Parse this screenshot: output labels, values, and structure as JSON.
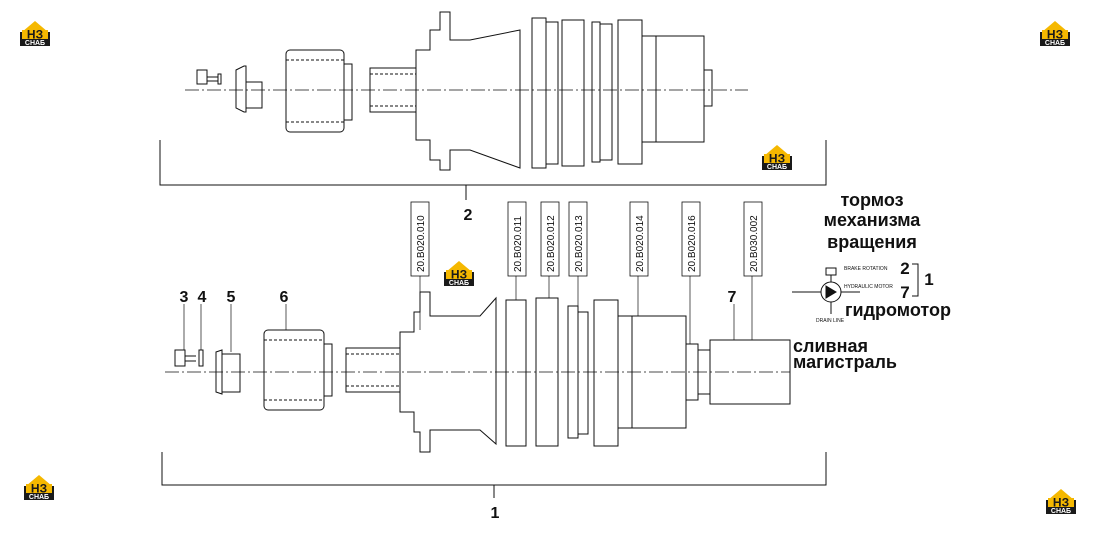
{
  "brand": {
    "logo_top": "НЗ",
    "logo_bottom": "СНАБ",
    "colors": {
      "accent": "#f5b800",
      "dark": "#1a1a1a",
      "line": "#111111"
    }
  },
  "diagram": {
    "assembly_label_top": "2",
    "assembly_label_bottom": "1",
    "callouts": {
      "c3": "3",
      "c4": "4",
      "c5": "5",
      "c6": "6",
      "c7": "7"
    },
    "part_numbers": [
      "20.B020.010",
      "20.B020.011",
      "20.B020.012",
      "20.B020.013",
      "20.B020.014",
      "20.B020.016",
      "20.B030.002"
    ],
    "schematic": {
      "brake_en": "BRAKE ROTATION",
      "motor_en": "HYDRAULIC MOTOR",
      "drain_en": "DRAIN LINE",
      "ref_brake": "2",
      "ref_motor": "7",
      "ref_group": "1"
    },
    "russian": {
      "brake_line1": "тормоз",
      "brake_line2": "механизма",
      "brake_line3": "вращения",
      "motor": "гидромотор",
      "drain_line1": "сливная",
      "drain_line2": "магистраль"
    }
  }
}
